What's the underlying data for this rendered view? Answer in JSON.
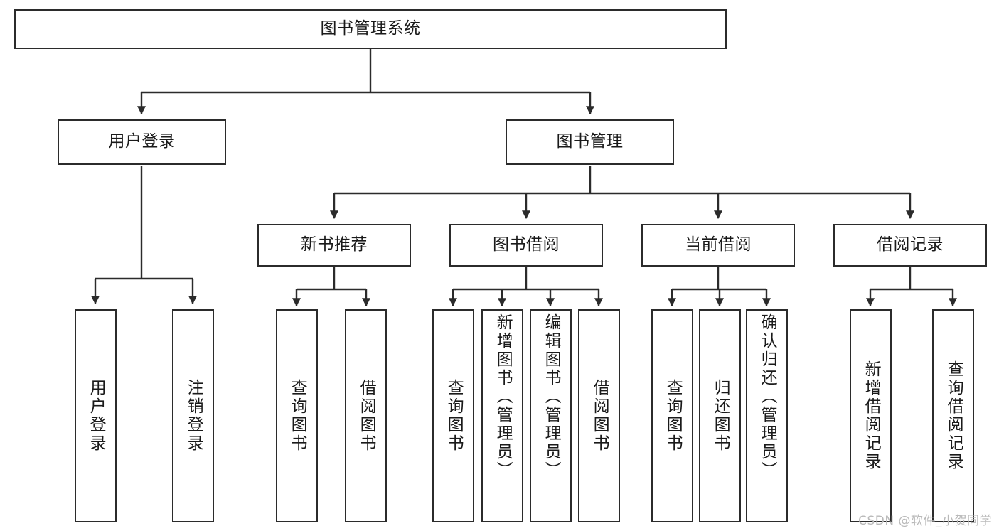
{
  "diagram": {
    "title": "图书管理系统",
    "type": "hierarchy-tree",
    "nodes": {
      "root": {
        "label": "图书管理系统"
      },
      "level2": [
        {
          "id": "user-login",
          "label": "用户登录"
        },
        {
          "id": "book-manage",
          "label": "图书管理"
        }
      ],
      "level3": [
        {
          "id": "new-book-recommend",
          "label": "新书推荐"
        },
        {
          "id": "book-borrow",
          "label": "图书借阅"
        },
        {
          "id": "current-borrow",
          "label": "当前借阅"
        },
        {
          "id": "borrow-record",
          "label": "借阅记录"
        }
      ],
      "leaves": {
        "user-login": [
          {
            "id": "leaf-user-login",
            "label": "用户登录"
          },
          {
            "id": "leaf-logout-login",
            "label": "注销登录"
          }
        ],
        "new-book-recommend": [
          {
            "id": "leaf-query-book-1",
            "label": "查询图书"
          },
          {
            "id": "leaf-borrow-book-1",
            "label": "借阅图书"
          }
        ],
        "book-borrow": [
          {
            "id": "leaf-query-book-2",
            "label": "查询图书"
          },
          {
            "id": "leaf-add-book-admin",
            "label": "新增图书（管理员）"
          },
          {
            "id": "leaf-edit-book-admin",
            "label": "编辑图书（管理员）"
          },
          {
            "id": "leaf-borrow-book-2",
            "label": "借阅图书"
          }
        ],
        "current-borrow": [
          {
            "id": "leaf-query-book-3",
            "label": "查询图书"
          },
          {
            "id": "leaf-return-book",
            "label": "归还图书"
          },
          {
            "id": "leaf-confirm-return-admin",
            "label": "确认归还（管理员）"
          }
        ],
        "borrow-record": [
          {
            "id": "leaf-add-borrow-record",
            "label": "新增借阅记录"
          },
          {
            "id": "leaf-query-borrow-record",
            "label": "查询借阅记录"
          }
        ]
      }
    },
    "colors": {
      "stroke": "#2b2b2b",
      "fill": "#ffffff",
      "text": "#1a1a1a",
      "watermark": "#b9b9b9"
    }
  },
  "watermark": {
    "text": "CSDN @软件_小贺同学"
  }
}
